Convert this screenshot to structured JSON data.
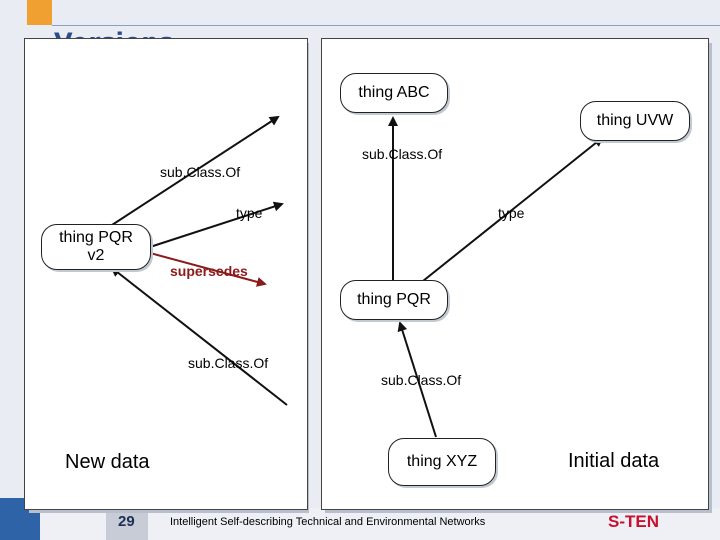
{
  "title": "Versions",
  "nodes": {
    "thing_abc": "thing ABC",
    "thing_uvw": "thing UVW",
    "thing_pqr_v2": "thing PQR v2",
    "thing_pqr": "thing PQR",
    "thing_xyz": "thing XYZ"
  },
  "edges": {
    "sub_class_of_top_left": "sub.Class.Of",
    "sub_class_of_top_right": "sub.Class.Of",
    "type_left": "type",
    "type_right": "type",
    "supersedes": "supersedes",
    "sub_class_of_bottom_left": "sub.Class.Of",
    "sub_class_of_bottom_right": "sub.Class.Of"
  },
  "panels": {
    "new_data": "New data",
    "initial_data": "Initial data"
  },
  "footer": {
    "page_number": "29",
    "text": "Intelligent Self-describing Technical and Environmental Networks",
    "brand": "S-TEN"
  },
  "colors": {
    "title": "#2b4d8c",
    "accent_orange": "#f0a030",
    "accent_blue": "#2e63a8",
    "supersedes_edge": "#8b1a1a",
    "brand": "#c8102e"
  }
}
